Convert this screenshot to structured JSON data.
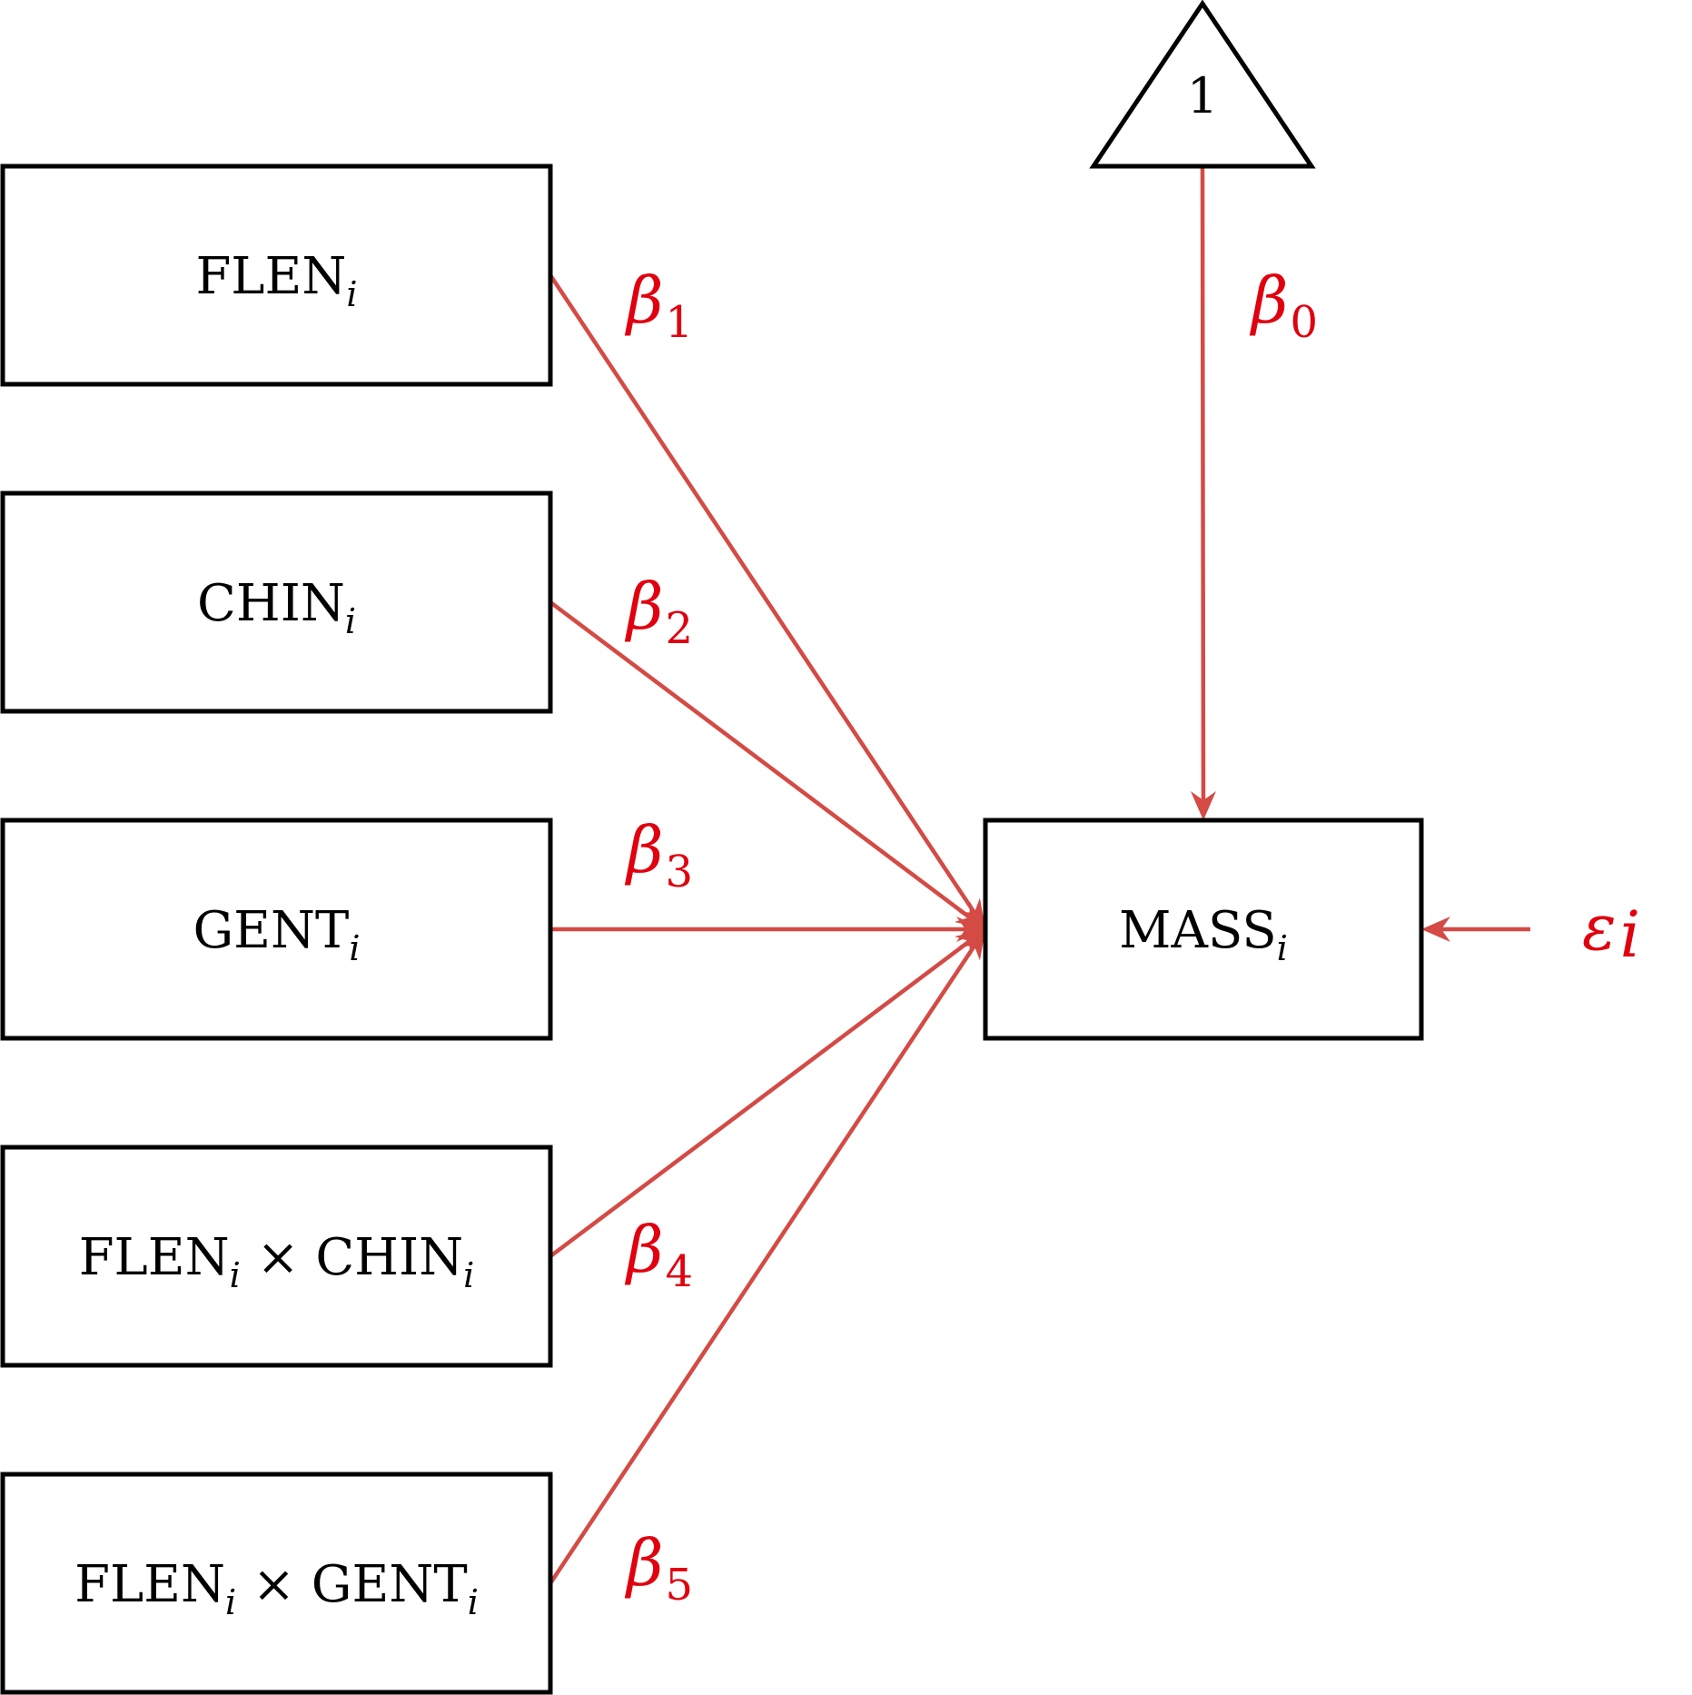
{
  "diagram": {
    "type": "path-diagram",
    "description": "Regression path diagram predicting MASS from predictors and interaction terms",
    "colors": {
      "path": "#d44a44",
      "coefficient_label": "#e0000f",
      "box_stroke": "#000000"
    },
    "constant": {
      "label": "1",
      "coefficient": {
        "symbol": "β",
        "subscript": "0"
      }
    },
    "predictors": [
      {
        "id": "flen",
        "parts": [
          {
            "text": "FLEN",
            "sub": "i"
          }
        ],
        "coefficient": {
          "symbol": "β",
          "subscript": "1"
        }
      },
      {
        "id": "chin",
        "parts": [
          {
            "text": "CHIN",
            "sub": "i"
          }
        ],
        "coefficient": {
          "symbol": "β",
          "subscript": "2"
        }
      },
      {
        "id": "gent",
        "parts": [
          {
            "text": "GENT",
            "sub": "i"
          }
        ],
        "coefficient": {
          "symbol": "β",
          "subscript": "3"
        }
      },
      {
        "id": "flen-x-chin",
        "parts": [
          {
            "text": "FLEN",
            "sub": "i"
          },
          {
            "text": " × "
          },
          {
            "text": "CHIN",
            "sub": "i"
          }
        ],
        "coefficient": {
          "symbol": "β",
          "subscript": "4"
        }
      },
      {
        "id": "flen-x-gent",
        "parts": [
          {
            "text": "FLEN",
            "sub": "i"
          },
          {
            "text": " × "
          },
          {
            "text": "GENT",
            "sub": "i"
          }
        ],
        "coefficient": {
          "symbol": "β",
          "subscript": "5"
        }
      }
    ],
    "outcome": {
      "id": "mass",
      "parts": [
        {
          "text": "MASS",
          "sub": "i"
        }
      ]
    },
    "error": {
      "symbol": "ε",
      "subscript": "i"
    }
  }
}
